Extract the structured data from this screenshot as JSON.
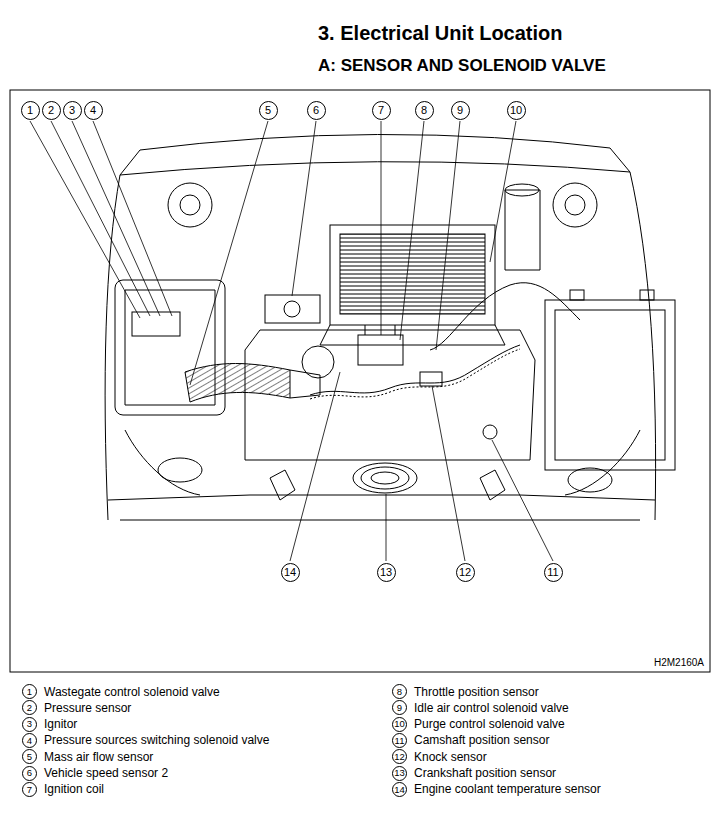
{
  "diagram": {
    "title": "3. Electrical Unit Location",
    "labels": [
      "A: SENSOR AND SOLENOID VALVE",
      "1",
      "2",
      "3",
      "4",
      "5",
      "6",
      "7",
      "8",
      "9",
      "10",
      "14",
      "13",
      "12",
      "11",
      "H2M2160A",
      "1",
      "Wastegate control solenoid valve",
      "2",
      "Pressure sensor",
      "3",
      "Ignitor",
      "4",
      "Pressure sources switching solenoid valve",
      "5",
      "Mass air flow sensor",
      "6",
      "Vehicle speed sensor 2",
      "7",
      "Ignition coil",
      "8",
      "Throttle position sensor",
      "9",
      "Idle air control solenoid valve",
      "10",
      "Purge control solenoid valve",
      "11",
      "Camshaft position sensor",
      "12",
      "Knock sensor",
      "13",
      "Crankshaft position sensor",
      "14",
      "Engine coolant temperature sensor"
    ]
  }
}
